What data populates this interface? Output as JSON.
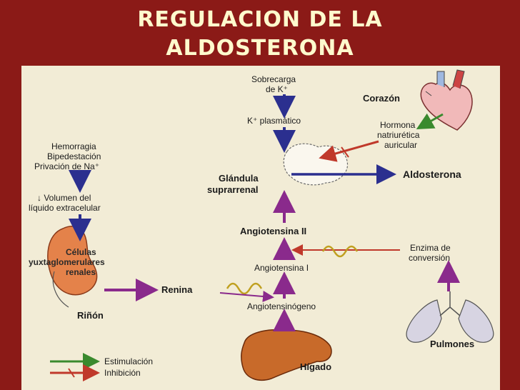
{
  "slide": {
    "title_line1": "REGULACION DE LA",
    "title_line2": "ALDOSTERONA"
  },
  "diagram": {
    "nodes": {
      "k_overload_1": "Sobrecarga",
      "k_overload_2": "de K⁺",
      "k_plasma": "K⁺ plasmático",
      "heart": "Corazón",
      "anp_1": "Hormona",
      "anp_2": "natriurética",
      "anp_3": "auricular",
      "hemorrhage_1": "Hemorragia",
      "hemorrhage_2": "Bipedestación",
      "hemorrhage_3": "Privación de Na⁺",
      "volume_1": "↓ Volumen del",
      "volume_2": "líquido extracelular",
      "adrenal_1": "Glándula",
      "adrenal_2": "suprarrenal",
      "aldosterone": "Aldosterona",
      "angiotensin_2": "Angiotensina II",
      "ace_1": "Enzima de",
      "ace_2": "conversión",
      "angiotensin_1": "Angiotensina I",
      "cells_1": "Células",
      "cells_2": "yuxtaglomerulares",
      "cells_3": "renales",
      "renin": "Renina",
      "kidney": "Riñón",
      "angiotensinogen": "Angiotensinógeno",
      "lungs": "Pulmones",
      "liver": "Hígado"
    },
    "legend": {
      "stimulation": "Estimulación",
      "inhibition": "Inhibición"
    },
    "colors": {
      "stimulation": "#3a8a2e",
      "inhibition": "#c0392b",
      "flow_blue": "#2b2f8f",
      "flow_purple": "#8a2a8c"
    }
  }
}
